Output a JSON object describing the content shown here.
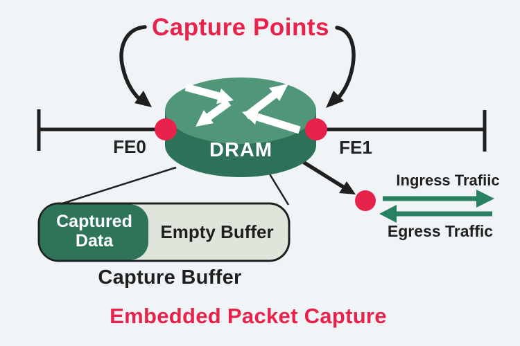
{
  "colors": {
    "background": "#F0F4F7",
    "accent_red": "#E8234B",
    "router_top_green": "#4F9778",
    "router_body_green": "#2D7158",
    "captured_green": "#2E7459",
    "buffer_light_fill": "#DFE5DB",
    "traffic_green": "#2A8161",
    "ink": "#1F1F1F"
  },
  "header": {
    "title": "Capture Points"
  },
  "router": {
    "memory_label": "DRAM"
  },
  "interfaces": {
    "left_label": "FE0",
    "right_label": "FE1"
  },
  "capture_buffer": {
    "captured_label": "Captured Data",
    "empty_label": "Empty Buffer",
    "caption": "Capture Buffer"
  },
  "traffic": {
    "ingress_label": "Ingress Trafiic",
    "egress_label": "Egress Traffic"
  },
  "footer": {
    "title": "Embedded Packet Capture"
  },
  "icons": {
    "router": "router-icon",
    "capture_point": "capture-point-dot",
    "curved_pointer": "curved-arrow-icon",
    "ingress": "arrow-right-icon",
    "egress": "arrow-left-icon"
  }
}
